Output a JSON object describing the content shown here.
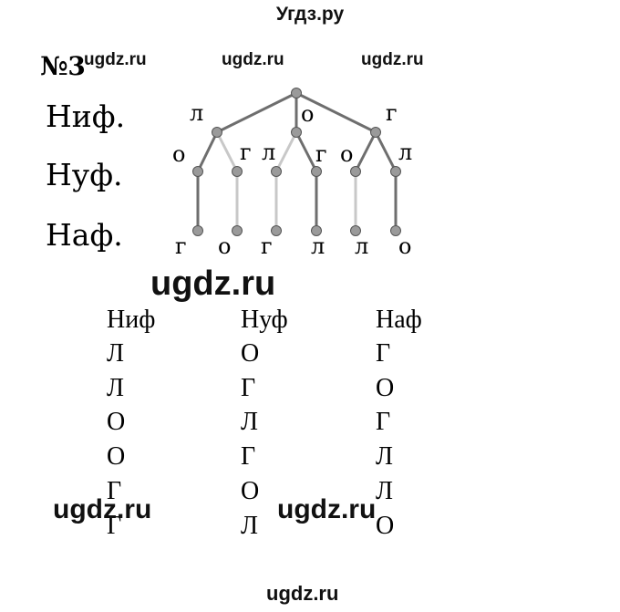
{
  "header": {
    "title": "Угдз.ру"
  },
  "watermarks": {
    "top_1": "ugdz.ru",
    "top_2": "ugdz.ru",
    "top_3": "ugdz.ru",
    "middle": "ugdz.ru",
    "bottom_left": "ugdz.ru",
    "bottom_center": "ugdz.ru",
    "footer": "ugdz.ru"
  },
  "task": {
    "number": "№3"
  },
  "tree": {
    "row_labels": [
      "Ниф.",
      "Нуф.",
      "Наф."
    ],
    "level1_letters": [
      "л",
      "о",
      "г"
    ],
    "level2_letters": [
      "о",
      "г",
      "л",
      "г",
      "о",
      "л"
    ],
    "level3_letters": [
      "г",
      "о",
      "г",
      "л",
      "л",
      "о"
    ],
    "colors": {
      "dark": "#6e6e6e",
      "light": "#c8c8c8",
      "node": "#9a9a9a"
    }
  },
  "table": {
    "headers": [
      "Ниф",
      "Нуф",
      "Наф"
    ],
    "rows": [
      [
        "Л",
        "О",
        "Г"
      ],
      [
        "Л",
        "Г",
        "О"
      ],
      [
        "О",
        "Л",
        "Г"
      ],
      [
        "О",
        "Г",
        "Л"
      ],
      [
        "Г",
        "О",
        "Л"
      ],
      [
        "Г",
        "Л",
        "О"
      ]
    ]
  }
}
